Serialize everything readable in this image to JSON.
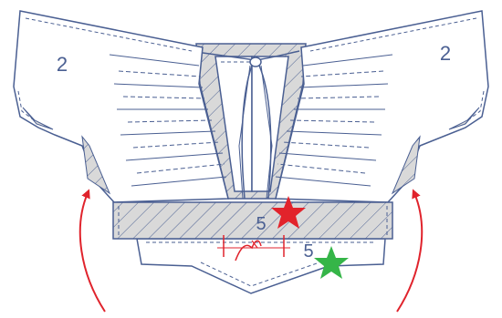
{
  "diagram": {
    "labels": {
      "left_sleeve": "2",
      "right_sleeve": "2",
      "band": "5",
      "lower": "5"
    },
    "colors": {
      "outline": "#4a5f92",
      "hatch_fill": "#d9d9d9",
      "arrow": "#e0232c",
      "star_red": "#e2232b",
      "star_green": "#35b548"
    }
  }
}
